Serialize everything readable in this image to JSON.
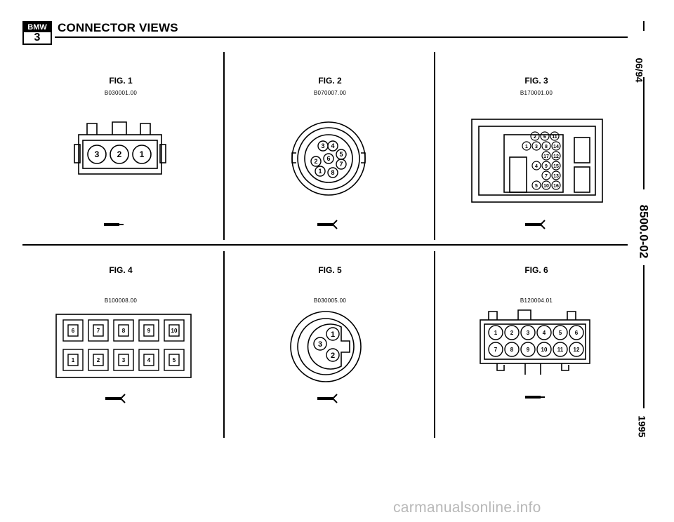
{
  "header": {
    "logo_top": "BMW",
    "logo_bottom": "3",
    "title": "CONNECTOR VIEWS"
  },
  "figures": [
    {
      "title": "FIG. 1",
      "code": "B030001.00",
      "pins": [
        "3",
        "2",
        "1"
      ]
    },
    {
      "title": "FIG. 2",
      "code": "B070007.00",
      "pins": [
        "1",
        "2",
        "3",
        "4",
        "5",
        "6",
        "7",
        "8"
      ]
    },
    {
      "title": "FIG. 3",
      "code": "B170001.00",
      "pins": [
        "1",
        "2",
        "3",
        "4",
        "5",
        "6",
        "7",
        "8",
        "9",
        "10",
        "11",
        "12",
        "13",
        "14",
        "15",
        "16",
        "17"
      ]
    },
    {
      "title": "FIG. 4",
      "code": "B100008.00",
      "pins": [
        "6",
        "7",
        "8",
        "9",
        "10",
        "1",
        "2",
        "3",
        "4",
        "5"
      ]
    },
    {
      "title": "FIG. 5",
      "code": "B030005.00",
      "pins": [
        "1",
        "2",
        "3"
      ]
    },
    {
      "title": "FIG. 6",
      "code": "B120004.01",
      "pins": [
        "1",
        "2",
        "3",
        "4",
        "5",
        "6",
        "7",
        "8",
        "9",
        "10",
        "11",
        "12"
      ]
    }
  ],
  "side": {
    "date": "06/94",
    "section": "8500.0-02",
    "year": "1995"
  },
  "watermark": "carmanualsonline.info"
}
